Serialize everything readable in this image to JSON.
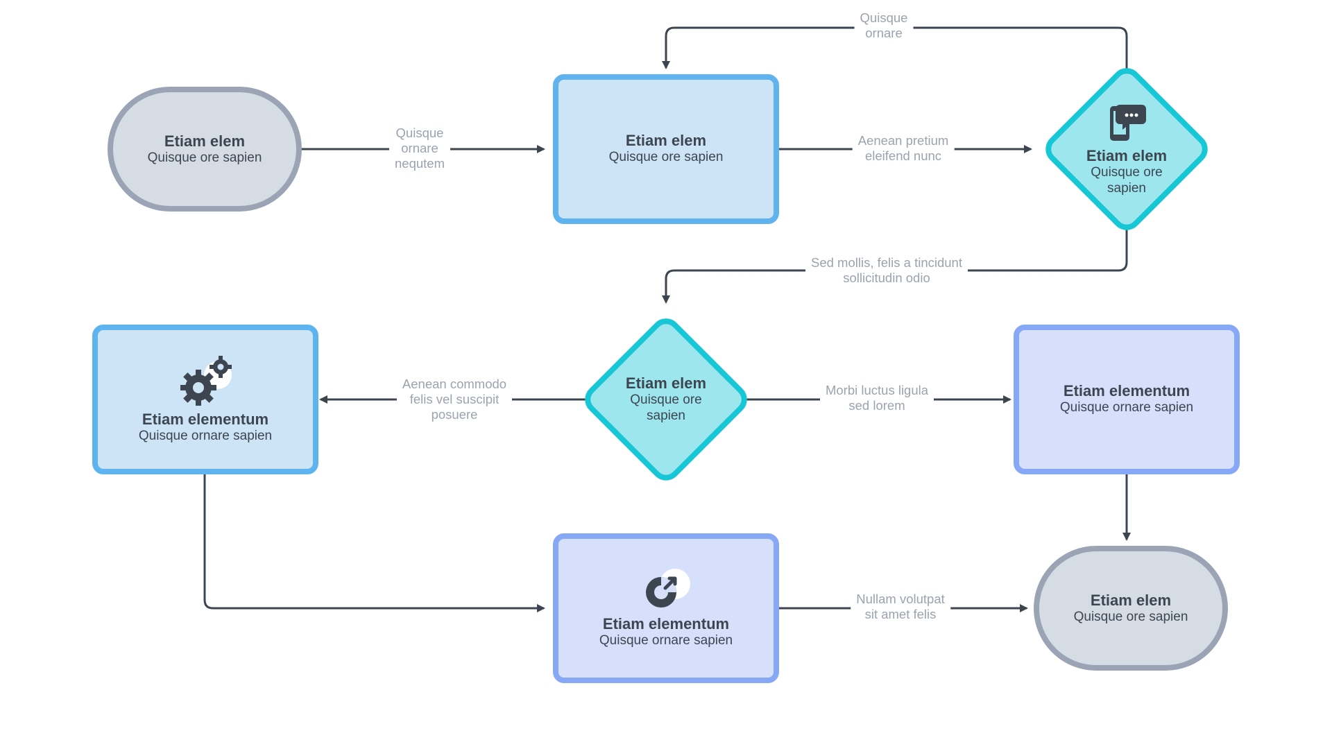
{
  "colors": {
    "line": "#3d4550",
    "terminal_fill": "#d6dce4",
    "terminal_border": "#9aa4b5",
    "blue_fill": "#cde4f6",
    "blue_border": "#5fb3ee",
    "indigo_fill": "#d6e0fb",
    "indigo_border": "#87a8f7",
    "decision_fill": "#9ee6ee",
    "decision_border": "#17c7d6",
    "label_text": "#9aa3ae"
  },
  "nodes": {
    "start": {
      "title": "Etiam elem",
      "sub": "Quisque ore sapien"
    },
    "process_top": {
      "title": "Etiam elem",
      "sub": "Quisque ore sapien"
    },
    "decision_top": {
      "title": "Etiam elem",
      "sub": "Quisque ore sapien",
      "icon": "chat-phone-icon"
    },
    "decision_mid": {
      "title": "Etiam elem",
      "sub": "Quisque ore sapien"
    },
    "process_left": {
      "title": "Etiam elementum",
      "sub": "Quisque ornare sapien",
      "icon": "gears-icon"
    },
    "process_right": {
      "title": "Etiam elementum",
      "sub": "Quisque ornare sapien"
    },
    "process_bottom": {
      "title": "Etiam elementum",
      "sub": "Quisque ornare sapien",
      "icon": "pie-chart-icon"
    },
    "end": {
      "title": "Etiam elem",
      "sub": "Quisque ore sapien"
    }
  },
  "edges": {
    "start_to_process": "Quisque\nornare\nnequtem",
    "process_to_decision": "Aenean pretium\neleifend nunc",
    "loop_back": "Quisque\nornare",
    "decision_to_decision": "Sed mollis, felis a tincidunt\nsollicitudin odio",
    "decision_to_left": "Aenean commodo\nfelis vel suscipit\nposuere",
    "decision_to_right": "Morbi luctus ligula\nsed lorem",
    "bottom_to_end": "Nullam volutpat\nsit amet felis"
  }
}
